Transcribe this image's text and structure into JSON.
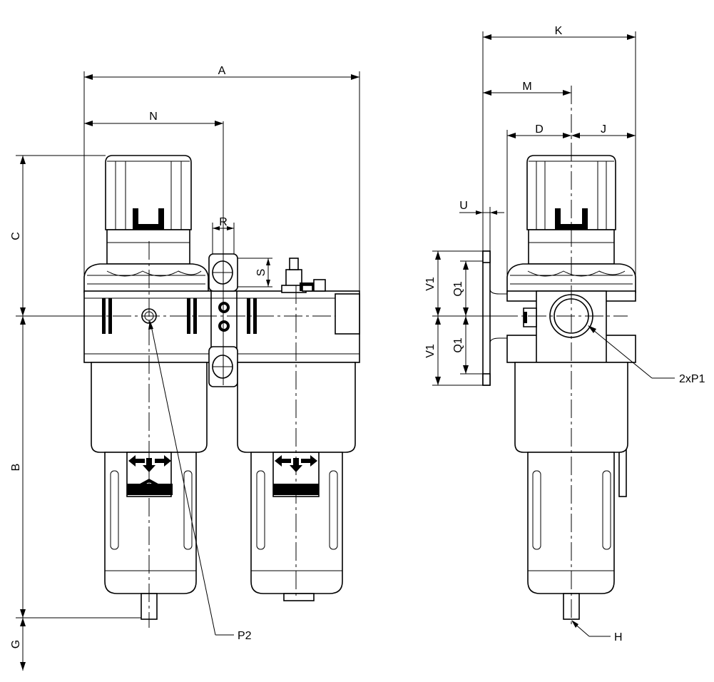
{
  "diagram": {
    "stroke_color": "#000000",
    "background_color": "#ffffff",
    "dimension_labels": {
      "A": "A",
      "N": "N",
      "C": "C",
      "B": "B",
      "G": "G",
      "R": "R",
      "S": "S",
      "K": "K",
      "M": "M",
      "D": "D",
      "J": "J",
      "U": "U",
      "V1_top": "V1",
      "V1_bottom": "V1",
      "Q1_top": "Q1",
      "Q1_bottom": "Q1"
    },
    "callout_labels": {
      "P2": "P2",
      "P1": "2xP1",
      "H": "H"
    }
  }
}
